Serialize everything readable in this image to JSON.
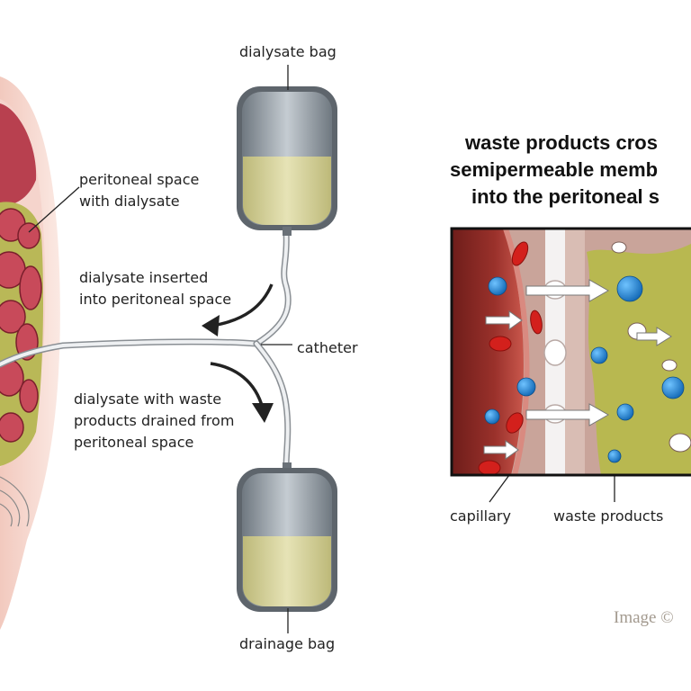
{
  "labels": {
    "dialysate_bag": "dialysate bag",
    "peritoneal_space_line1": "peritoneal space",
    "peritoneal_space_line2": "with dialysate",
    "inserted_line1": "dialysate inserted",
    "inserted_line2": "into peritoneal space",
    "catheter": "catheter",
    "drained_line1": "dialysate with waste",
    "drained_line2": "products drained from",
    "drained_line3": "peritoneal space",
    "drainage_bag": "drainage bag",
    "capillary": "capillary",
    "waste_products": "waste products"
  },
  "inset_title": {
    "line1": "waste products cros",
    "line2": "semipermeable memb",
    "line3": "into the peritoneal s"
  },
  "credit": "Image ©",
  "colors": {
    "dialysate": "#d6d39a",
    "bag_gray": "#8e979f",
    "blood_vessel": "#8c2a26",
    "red_cell": "#d3201c",
    "waste_particle": "#2a8fd6",
    "tissue": "#c9a49a",
    "peritoneal_fluid": "#b8b850"
  }
}
